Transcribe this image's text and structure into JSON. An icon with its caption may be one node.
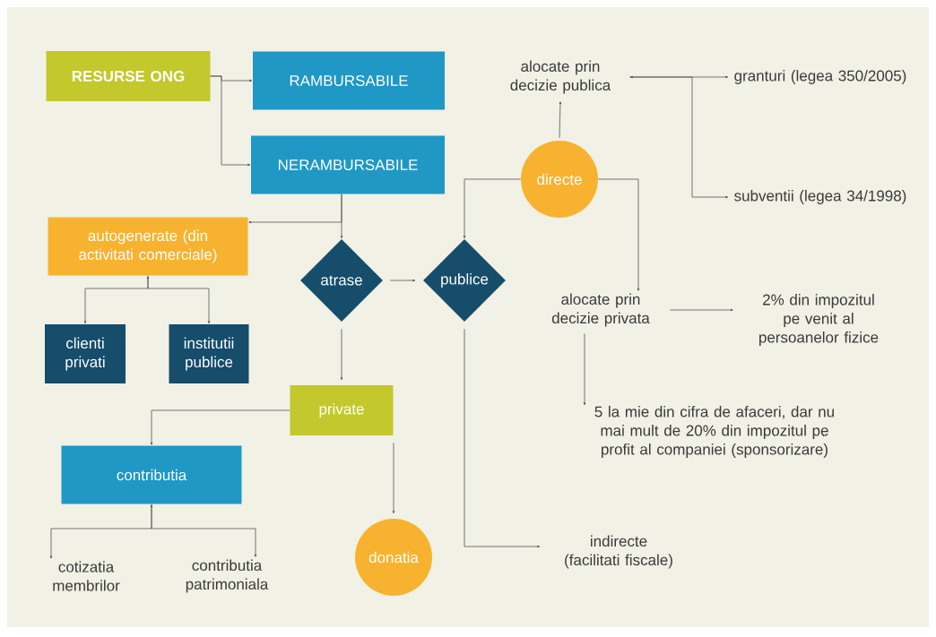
{
  "diagram": {
    "nodes": [
      {
        "text": [
          "RESURSE ONG"
        ]
      },
      {
        "text": [
          "RAMBURSABILE"
        ]
      },
      {
        "text": [
          "alocate prin decizie publica"
        ]
      },
      {
        "text": [
          "granturi (legea 350/2005)"
        ]
      },
      {
        "text": [
          "NERAMBURSABILE"
        ]
      },
      {
        "text": [
          "directe"
        ]
      },
      {
        "text": [
          "subventii (legea 34/1998)"
        ]
      },
      {
        "text": [
          "autogenerate (din activitati comerciale)"
        ]
      },
      {
        "text": [
          "atrase"
        ]
      },
      {
        "text": [
          "publice"
        ]
      },
      {
        "text": [
          "alocate prin decizie privata"
        ]
      },
      {
        "text": [
          "2% din impozitul pe venit al persoanelor fizice"
        ]
      },
      {
        "text": [
          "clienti privati"
        ]
      },
      {
        "text": [
          "institutii publice"
        ]
      },
      {
        "text": [
          "private"
        ]
      },
      {
        "text": [
          "5 la mie din cifra de afaceri, dar nu mai mult de 20% din impozitul pe profit al companiei (sponsorizare)"
        ]
      },
      {
        "text": [
          "contributia"
        ]
      },
      {
        "text": [
          "cotizatia membrilor"
        ]
      },
      {
        "text": [
          "contributia patrimoniala"
        ]
      },
      {
        "text": [
          "donatia"
        ]
      },
      {
        "text": [
          "indirecte (facilitati fiscale)"
        ]
      }
    ],
    "edges": [
      {
        "from": 0,
        "to": 1,
        "arrow": "to"
      },
      {
        "from": 0,
        "to": 4,
        "arrow": "to"
      },
      {
        "from": 4,
        "to": 7,
        "arrow": "to"
      },
      {
        "from": 4,
        "to": 8,
        "arrow": "to"
      },
      {
        "from": 7,
        "to": 12,
        "arrow": "both"
      },
      {
        "from": 7,
        "to": 13,
        "arrow": "to"
      },
      {
        "from": 8,
        "to": 9,
        "arrow": "to"
      },
      {
        "from": 8,
        "to": 14,
        "arrow": "to"
      },
      {
        "from": 14,
        "to": 16,
        "arrow": "to"
      },
      {
        "from": 14,
        "to": 19,
        "arrow": "to"
      },
      {
        "from": 16,
        "to": 17,
        "arrow": "both"
      },
      {
        "from": 16,
        "to": 18,
        "arrow": "to"
      },
      {
        "from": 9,
        "to": 20,
        "arrow": "to"
      },
      {
        "from": 5,
        "to": 9,
        "arrow": "to"
      },
      {
        "from": 5,
        "to": 2,
        "arrow": "to"
      },
      {
        "from": 5,
        "to": 10,
        "arrow": "to"
      },
      {
        "from": 2,
        "to": 3,
        "arrow": "both"
      },
      {
        "from": 2,
        "to": 6,
        "arrow": "to"
      },
      {
        "from": 10,
        "to": 11,
        "arrow": "to"
      },
      {
        "from": 10,
        "to": 15,
        "arrow": "to"
      }
    ]
  }
}
